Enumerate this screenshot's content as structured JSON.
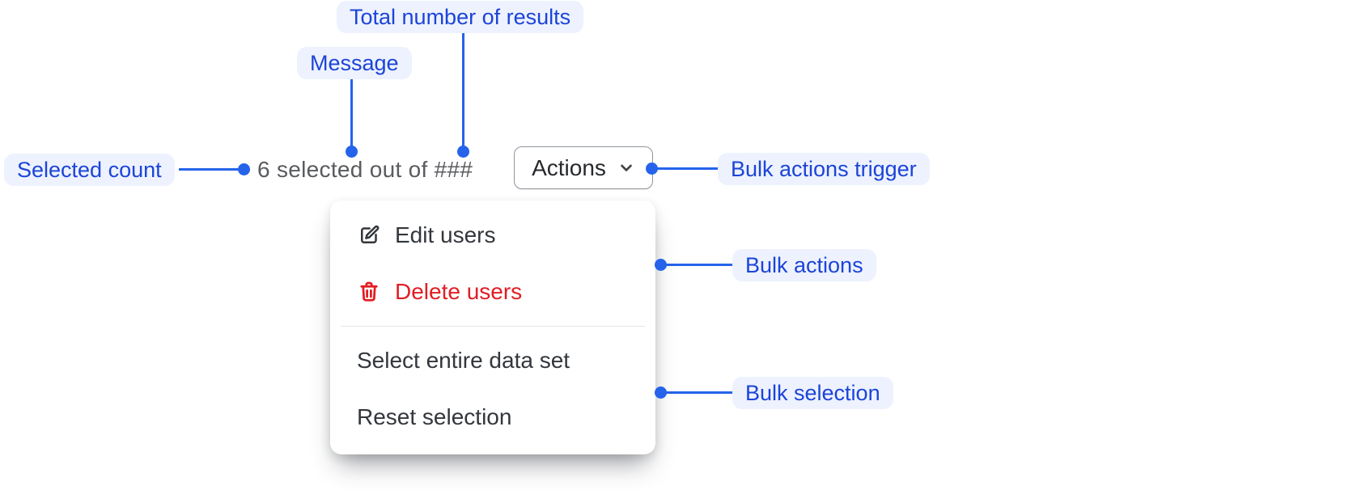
{
  "colors": {
    "annotation_bg": "#edf2fe",
    "annotation_text": "#1c44d8",
    "connector": "#2563eb",
    "danger": "#e11d23",
    "menu_text": "#33373c",
    "muted_text": "#595b5f",
    "button_border": "#8f959b",
    "divider": "#e4e5e7"
  },
  "annotations": {
    "total_results": "Total number of results",
    "message": "Message",
    "selected_count": "Selected count",
    "bulk_actions_trigger": "Bulk actions trigger",
    "bulk_actions": "Bulk actions",
    "bulk_selection": "Bulk selection"
  },
  "bulk_actions_bar": {
    "message": "6 selected out of ###",
    "trigger_label": "Actions",
    "trigger_icon": "chevron-down-icon"
  },
  "menu": {
    "items": [
      {
        "label": "Edit users",
        "icon": "edit-icon",
        "tone": "default"
      },
      {
        "label": "Delete users",
        "icon": "trash-icon",
        "tone": "critical"
      },
      {
        "label": "Select entire data set",
        "icon": null,
        "tone": "default"
      },
      {
        "label": "Reset selection",
        "icon": null,
        "tone": "default"
      }
    ]
  }
}
